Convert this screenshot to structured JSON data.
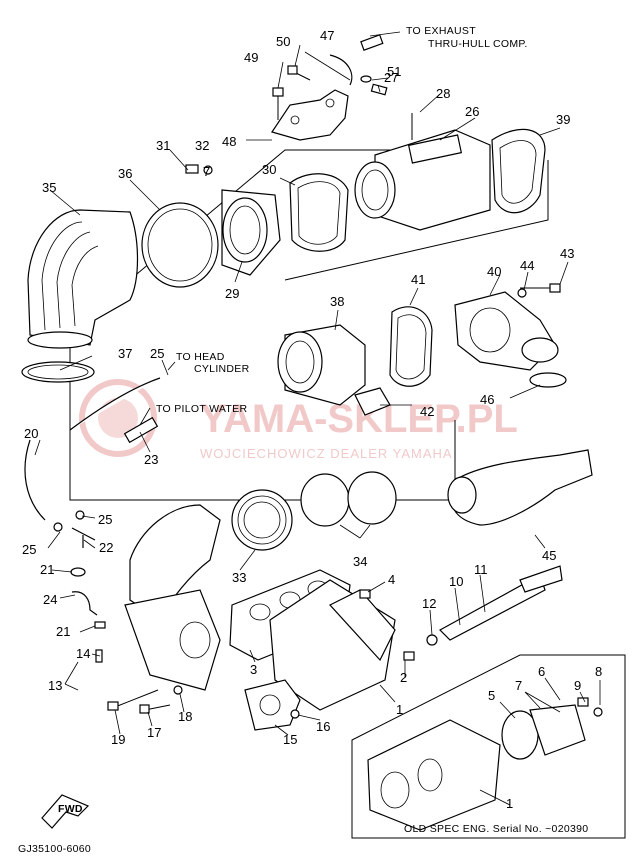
{
  "diagram": {
    "callouts": [
      "1",
      "2",
      "3",
      "4",
      "5",
      "6",
      "7",
      "8",
      "9",
      "10",
      "11",
      "12",
      "13",
      "14",
      "15",
      "16",
      "17",
      "18",
      "19",
      "20",
      "21",
      "22",
      "23",
      "24",
      "25",
      "26",
      "27",
      "28",
      "29",
      "30",
      "31",
      "32",
      "33",
      "34",
      "35",
      "36",
      "37",
      "38",
      "39",
      "40",
      "41",
      "42",
      "43",
      "44",
      "45",
      "46",
      "47",
      "48",
      "49",
      "50",
      "51"
    ],
    "notes": {
      "exhaust": "TO EXHAUST",
      "thru_hull": "THRU-HULL COMP.",
      "head": "TO HEAD",
      "cylinder": "CYLINDER",
      "pilot_water": "TO PILOT WATER",
      "old_spec": "OLD SPEC ENG. Serial No. ~020390",
      "fwd": "FWD"
    },
    "watermark": {
      "brand": "YAMA-SKLEP.PL",
      "dealer": "WOJCIECHOWICZ DEALER YAMAHA"
    },
    "part_code": "GJ35100-6060"
  }
}
